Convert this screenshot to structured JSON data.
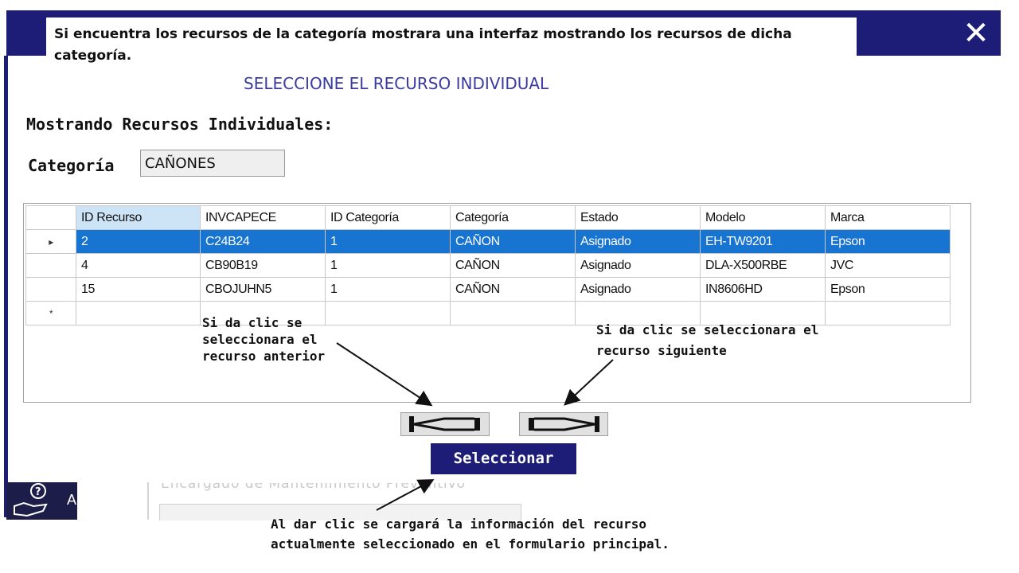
{
  "callouts": {
    "top": "Si encuentra los recursos de la categoría mostrara una interfaz mostrando los recursos de dicha categoría.",
    "anterior": "Si da clic se seleccionara el recurso anterior",
    "siguiente": "Si da clic se seleccionara el recurso siguiente",
    "seleccionar": "Al dar clic se cargará la información del recurso actualmente seleccionado en el formulario principal."
  },
  "window": {
    "subtitle": "SELECCIONE EL RECURSO INDIVIDUAL",
    "section_title": "Mostrando Recursos Individuales:",
    "category_label": "Categoría",
    "category_value": "CAÑONES",
    "close_icon": "close-icon"
  },
  "grid": {
    "columns": [
      "ID Recurso",
      "INVCAPECE",
      "ID Categoría",
      "Categoría",
      "Estado",
      "Modelo",
      "Marca"
    ],
    "sorted_column": 0,
    "rows": [
      {
        "marker": "▸",
        "selected": true,
        "cells": [
          "2",
          "C24B24",
          "1",
          "CAÑON",
          "Asignado",
          "EH-TW9201",
          "Epson"
        ]
      },
      {
        "marker": "",
        "selected": false,
        "cells": [
          "4",
          "CB90B19",
          "1",
          "CAÑON",
          "Asignado",
          "DLA-X500RBE",
          "JVC"
        ]
      },
      {
        "marker": "",
        "selected": false,
        "cells": [
          "15",
          "CBOJUHN5",
          "1",
          "CAÑON",
          "Asignado",
          "IN8606HD",
          "Epson"
        ]
      }
    ],
    "new_row_marker": "*",
    "selection_color": "#1874d1"
  },
  "buttons": {
    "prev_icon": "first-record-icon",
    "next_icon": "last-record-icon",
    "select_label": "Seleccionar"
  },
  "background": {
    "footer_label": "Encargado de Mantenimiento Preventivo",
    "help_icon": "help-hand-icon",
    "help_letter": "A"
  },
  "colors": {
    "brand_navy": "#1d1d78",
    "subtitle_blue": "#3a3aa0"
  }
}
